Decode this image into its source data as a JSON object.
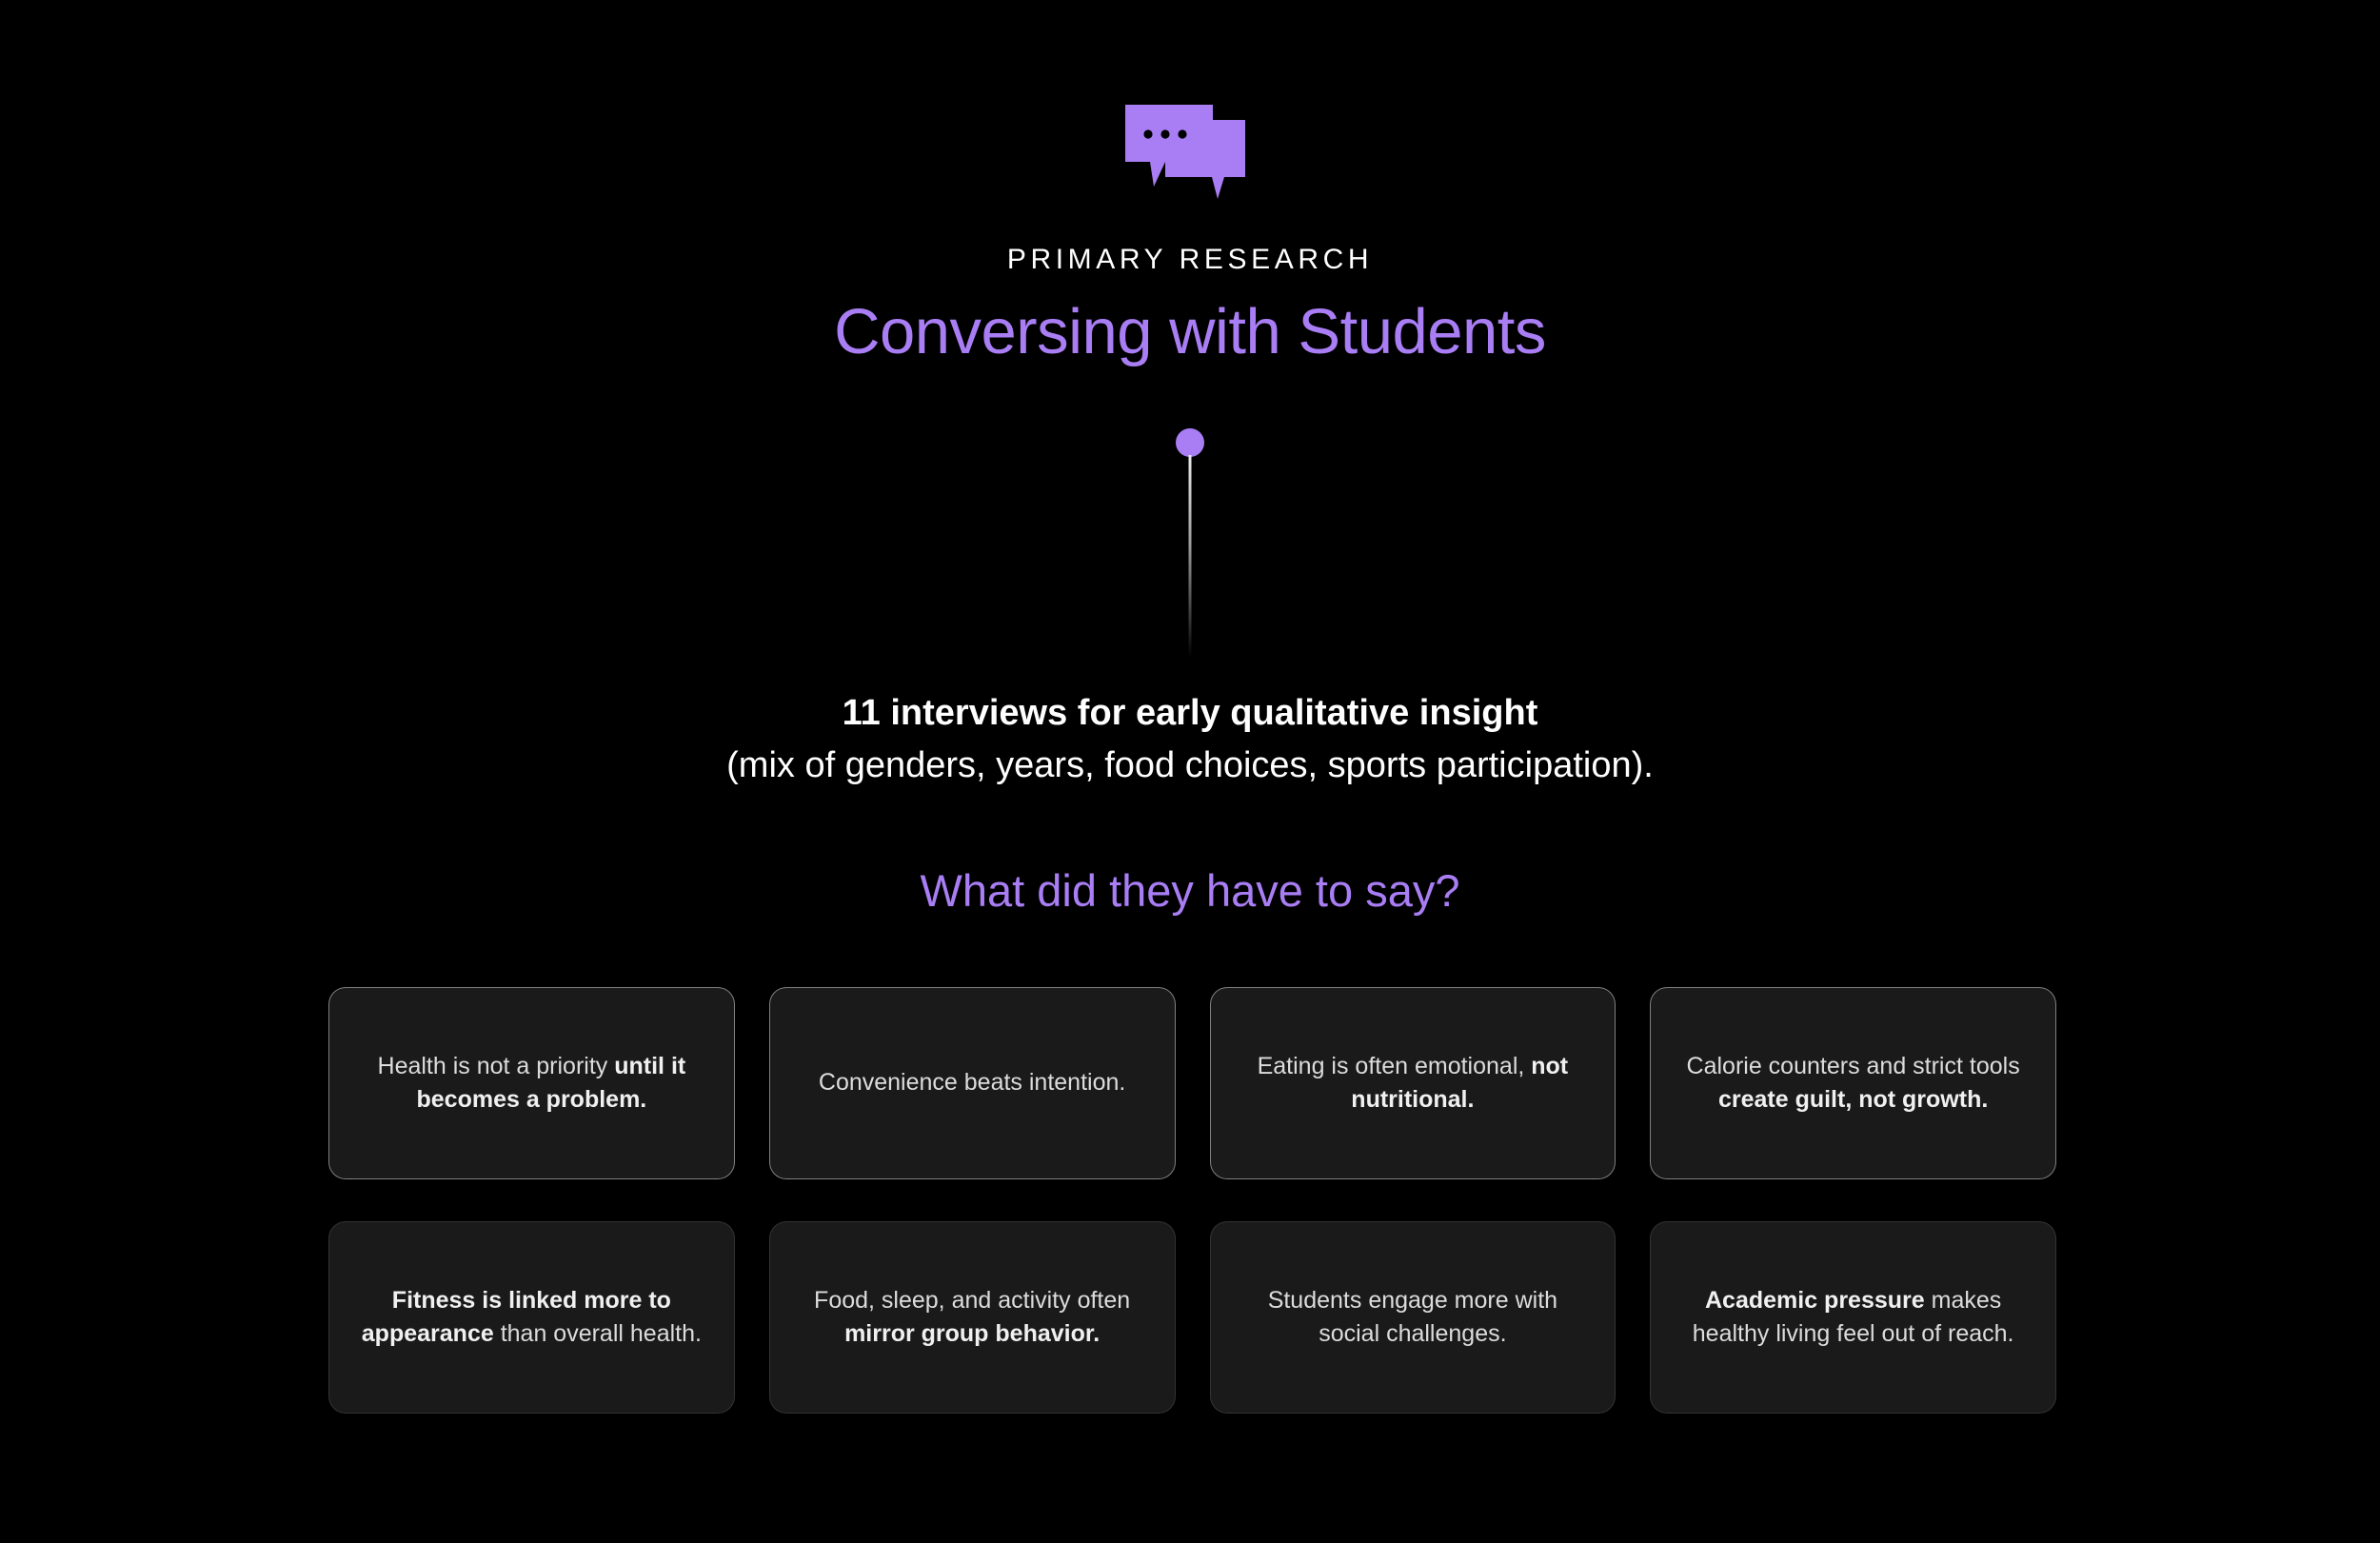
{
  "theme": {
    "background": "#000000",
    "accent_purple": "#A97EF5",
    "card_background": "#1B1A1A",
    "card_text": "#DCDCDC",
    "heading_white": "#FFFFFF"
  },
  "header": {
    "icon": "chat-bubbles-icon",
    "eyebrow": "PRIMARY RESEARCH",
    "title": "Conversing with Students"
  },
  "lede": {
    "line1": "11 interviews for early qualitative insight",
    "line2": "(mix of genders, years, food choices, sports participation)."
  },
  "section": {
    "question": "What did they have to say?"
  },
  "insights": [
    {
      "id": "health-not-priority",
      "segments": [
        {
          "text": "Health is not a priority ",
          "bold": false
        },
        {
          "text": "until it becomes a problem.",
          "bold": true
        }
      ]
    },
    {
      "id": "convenience-beats-intention",
      "segments": [
        {
          "text": "Convenience beats intention.",
          "bold": false
        }
      ]
    },
    {
      "id": "eating-emotional",
      "segments": [
        {
          "text": "Eating is often emotional, ",
          "bold": false
        },
        {
          "text": "not nutritional.",
          "bold": true
        }
      ]
    },
    {
      "id": "calorie-counters-guilt",
      "segments": [
        {
          "text": "Calorie counters and strict tools ",
          "bold": false
        },
        {
          "text": "create guilt, not growth.",
          "bold": true
        }
      ]
    },
    {
      "id": "fitness-appearance",
      "segments": [
        {
          "text": "Fitness is linked more to appearance",
          "bold": true
        },
        {
          "text": " than overall health.",
          "bold": false
        }
      ]
    },
    {
      "id": "mirror-group-behavior",
      "segments": [
        {
          "text": "Food, sleep, and activity often ",
          "bold": false
        },
        {
          "text": "mirror group behavior.",
          "bold": true
        }
      ]
    },
    {
      "id": "social-challenges",
      "segments": [
        {
          "text": "Students engage more with social challenges.",
          "bold": false
        }
      ]
    },
    {
      "id": "academic-pressure",
      "segments": [
        {
          "text": "Academic pressure",
          "bold": true
        },
        {
          "text": " makes healthy living feel out of reach.",
          "bold": false
        }
      ]
    }
  ]
}
